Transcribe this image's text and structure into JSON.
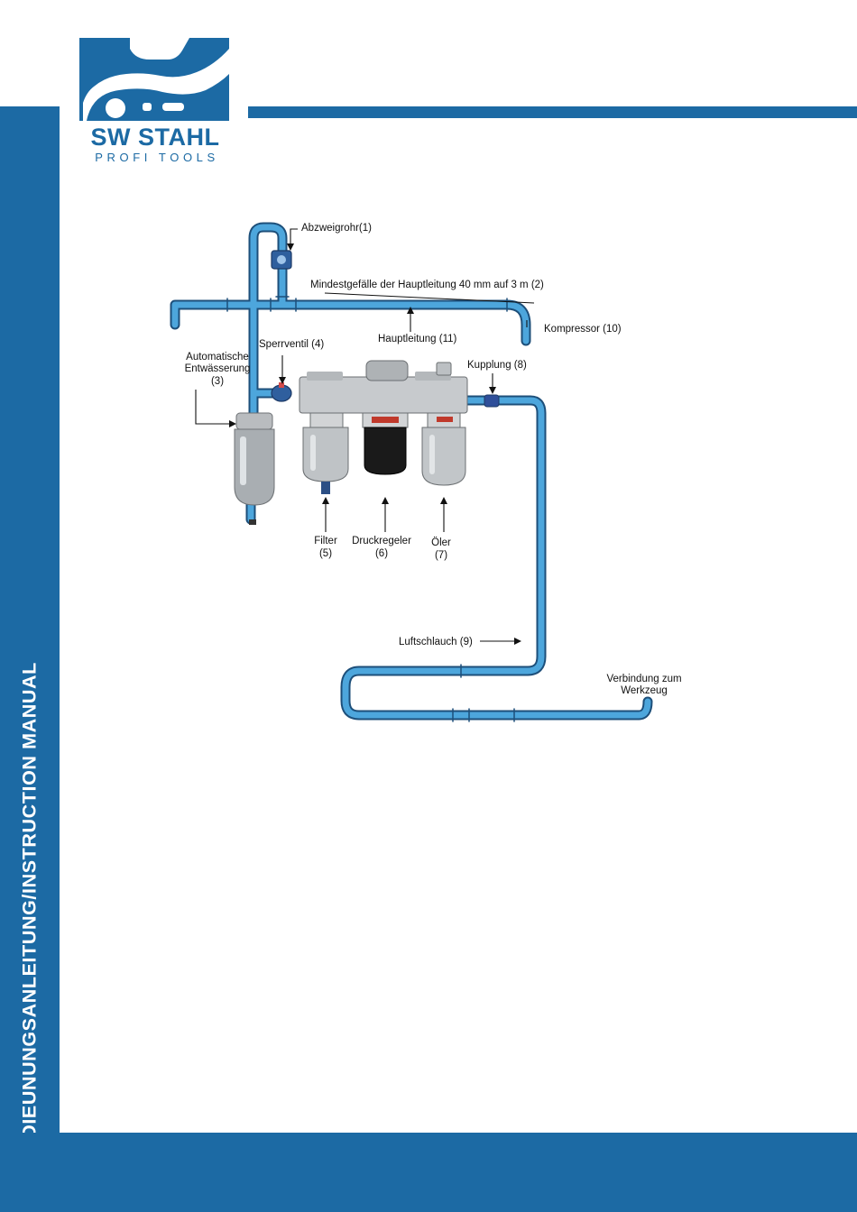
{
  "brand": {
    "name": "SW STAHL",
    "subtitle": "PROFI TOOLS"
  },
  "sidebar": {
    "text": "BEDIEUNUNGSANLEITUNG/INSTRUCTION MANUAL"
  },
  "colors": {
    "brand_blue": "#1c6aa4",
    "pipe_blue": "#4da6dc",
    "pipe_outline": "#1d4f7a"
  },
  "diagram": {
    "labels": {
      "abzweigrohr": "Abzweigrohr(1)",
      "mindestgefaelle": "Mindestgefälle der Hauptleitung 40 mm auf 3 m (2)",
      "kompressor": "Kompressor (10)",
      "hauptleitung": "Hauptleitung (11)",
      "sperrventil": "Sperrventil (4)",
      "auto_line1": "Automatische",
      "auto_line2": "Entwässerung",
      "auto_line3": "(3)",
      "kupplung": "Kupplung (8)",
      "filter_line1": "Filter",
      "filter_line2": "(5)",
      "druckregeler_line1": "Druckregeler",
      "druckregeler_line2": "(6)",
      "oeler_line1": "Öler",
      "oeler_line2": "(7)",
      "luftschlauch": "Luftschlauch (9)",
      "verbindung_line1": "Verbindung zum",
      "verbindung_line2": "Werkzeug"
    }
  }
}
